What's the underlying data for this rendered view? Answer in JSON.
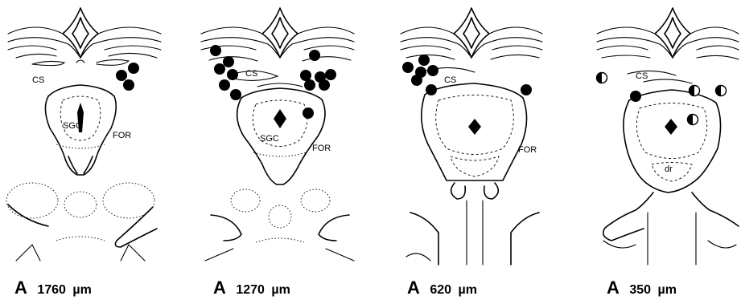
{
  "sections": [
    {
      "level_prefix": "A",
      "level_value": "1760",
      "level_unit": "µm",
      "labels": {
        "cs": "CS",
        "sgc": "SGC",
        "for": "FOR"
      }
    },
    {
      "level_prefix": "A",
      "level_value": "1270",
      "level_unit": "µm",
      "labels": {
        "cs": "CS",
        "sgc": "SGC",
        "for": "FOR"
      }
    },
    {
      "level_prefix": "A",
      "level_value": "620",
      "level_unit": "µm",
      "labels": {
        "cs": "CS",
        "for": "FOR"
      }
    },
    {
      "level_prefix": "A",
      "level_value": "350",
      "level_unit": "µm",
      "labels": {
        "cs": "CS",
        "dr": "dr"
      }
    }
  ],
  "marker_style": {
    "filled": "#000000",
    "outline": "#000000"
  }
}
